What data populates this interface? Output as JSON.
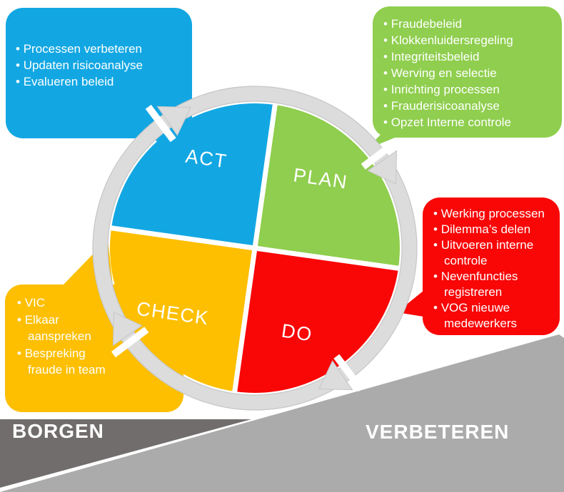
{
  "cycle": {
    "quadrants": [
      {
        "id": "act",
        "label": "ACT",
        "color": "#12A7E3"
      },
      {
        "id": "plan",
        "label": "PLAN",
        "color": "#8FCE4E"
      },
      {
        "id": "do",
        "label": "DO",
        "color": "#F90606"
      },
      {
        "id": "check",
        "label": "CHECK",
        "color": "#FDBF00"
      }
    ],
    "ring_color": "#DCDCDC",
    "ring_edge_color": "#C6C6C6"
  },
  "callouts": [
    {
      "id": "act-callout",
      "color": "#12A7E3",
      "items": [
        "Processen verbeteren",
        "Updaten risicoanalyse",
        "Evalueren beleid"
      ]
    },
    {
      "id": "plan-callout",
      "color": "#8FCE4E",
      "items": [
        "Fraudebeleid",
        "Klokkenluidersregeling",
        "Integriteitsbeleid",
        "Werving en selectie",
        "Inrichting processen",
        "Frauderisicoanalyse",
        "Opzet Interne controle"
      ]
    },
    {
      "id": "do-callout",
      "color": "#F90606",
      "items": [
        "Werking processen",
        "Dilemma’s delen",
        "Uitvoeren interne controle",
        "Nevenfuncties registreren",
        "VOG nieuwe medewerkers"
      ]
    },
    {
      "id": "check-callout",
      "color": "#FDBF00",
      "items": [
        "VIC",
        "Elkaar aanspreken",
        "Bespreking fraude in team"
      ]
    }
  ],
  "footer": {
    "left_label": "BORGEN",
    "right_label": "VERBETEREN",
    "dark_color": "#716D6D",
    "light_color": "#ABABAB"
  }
}
